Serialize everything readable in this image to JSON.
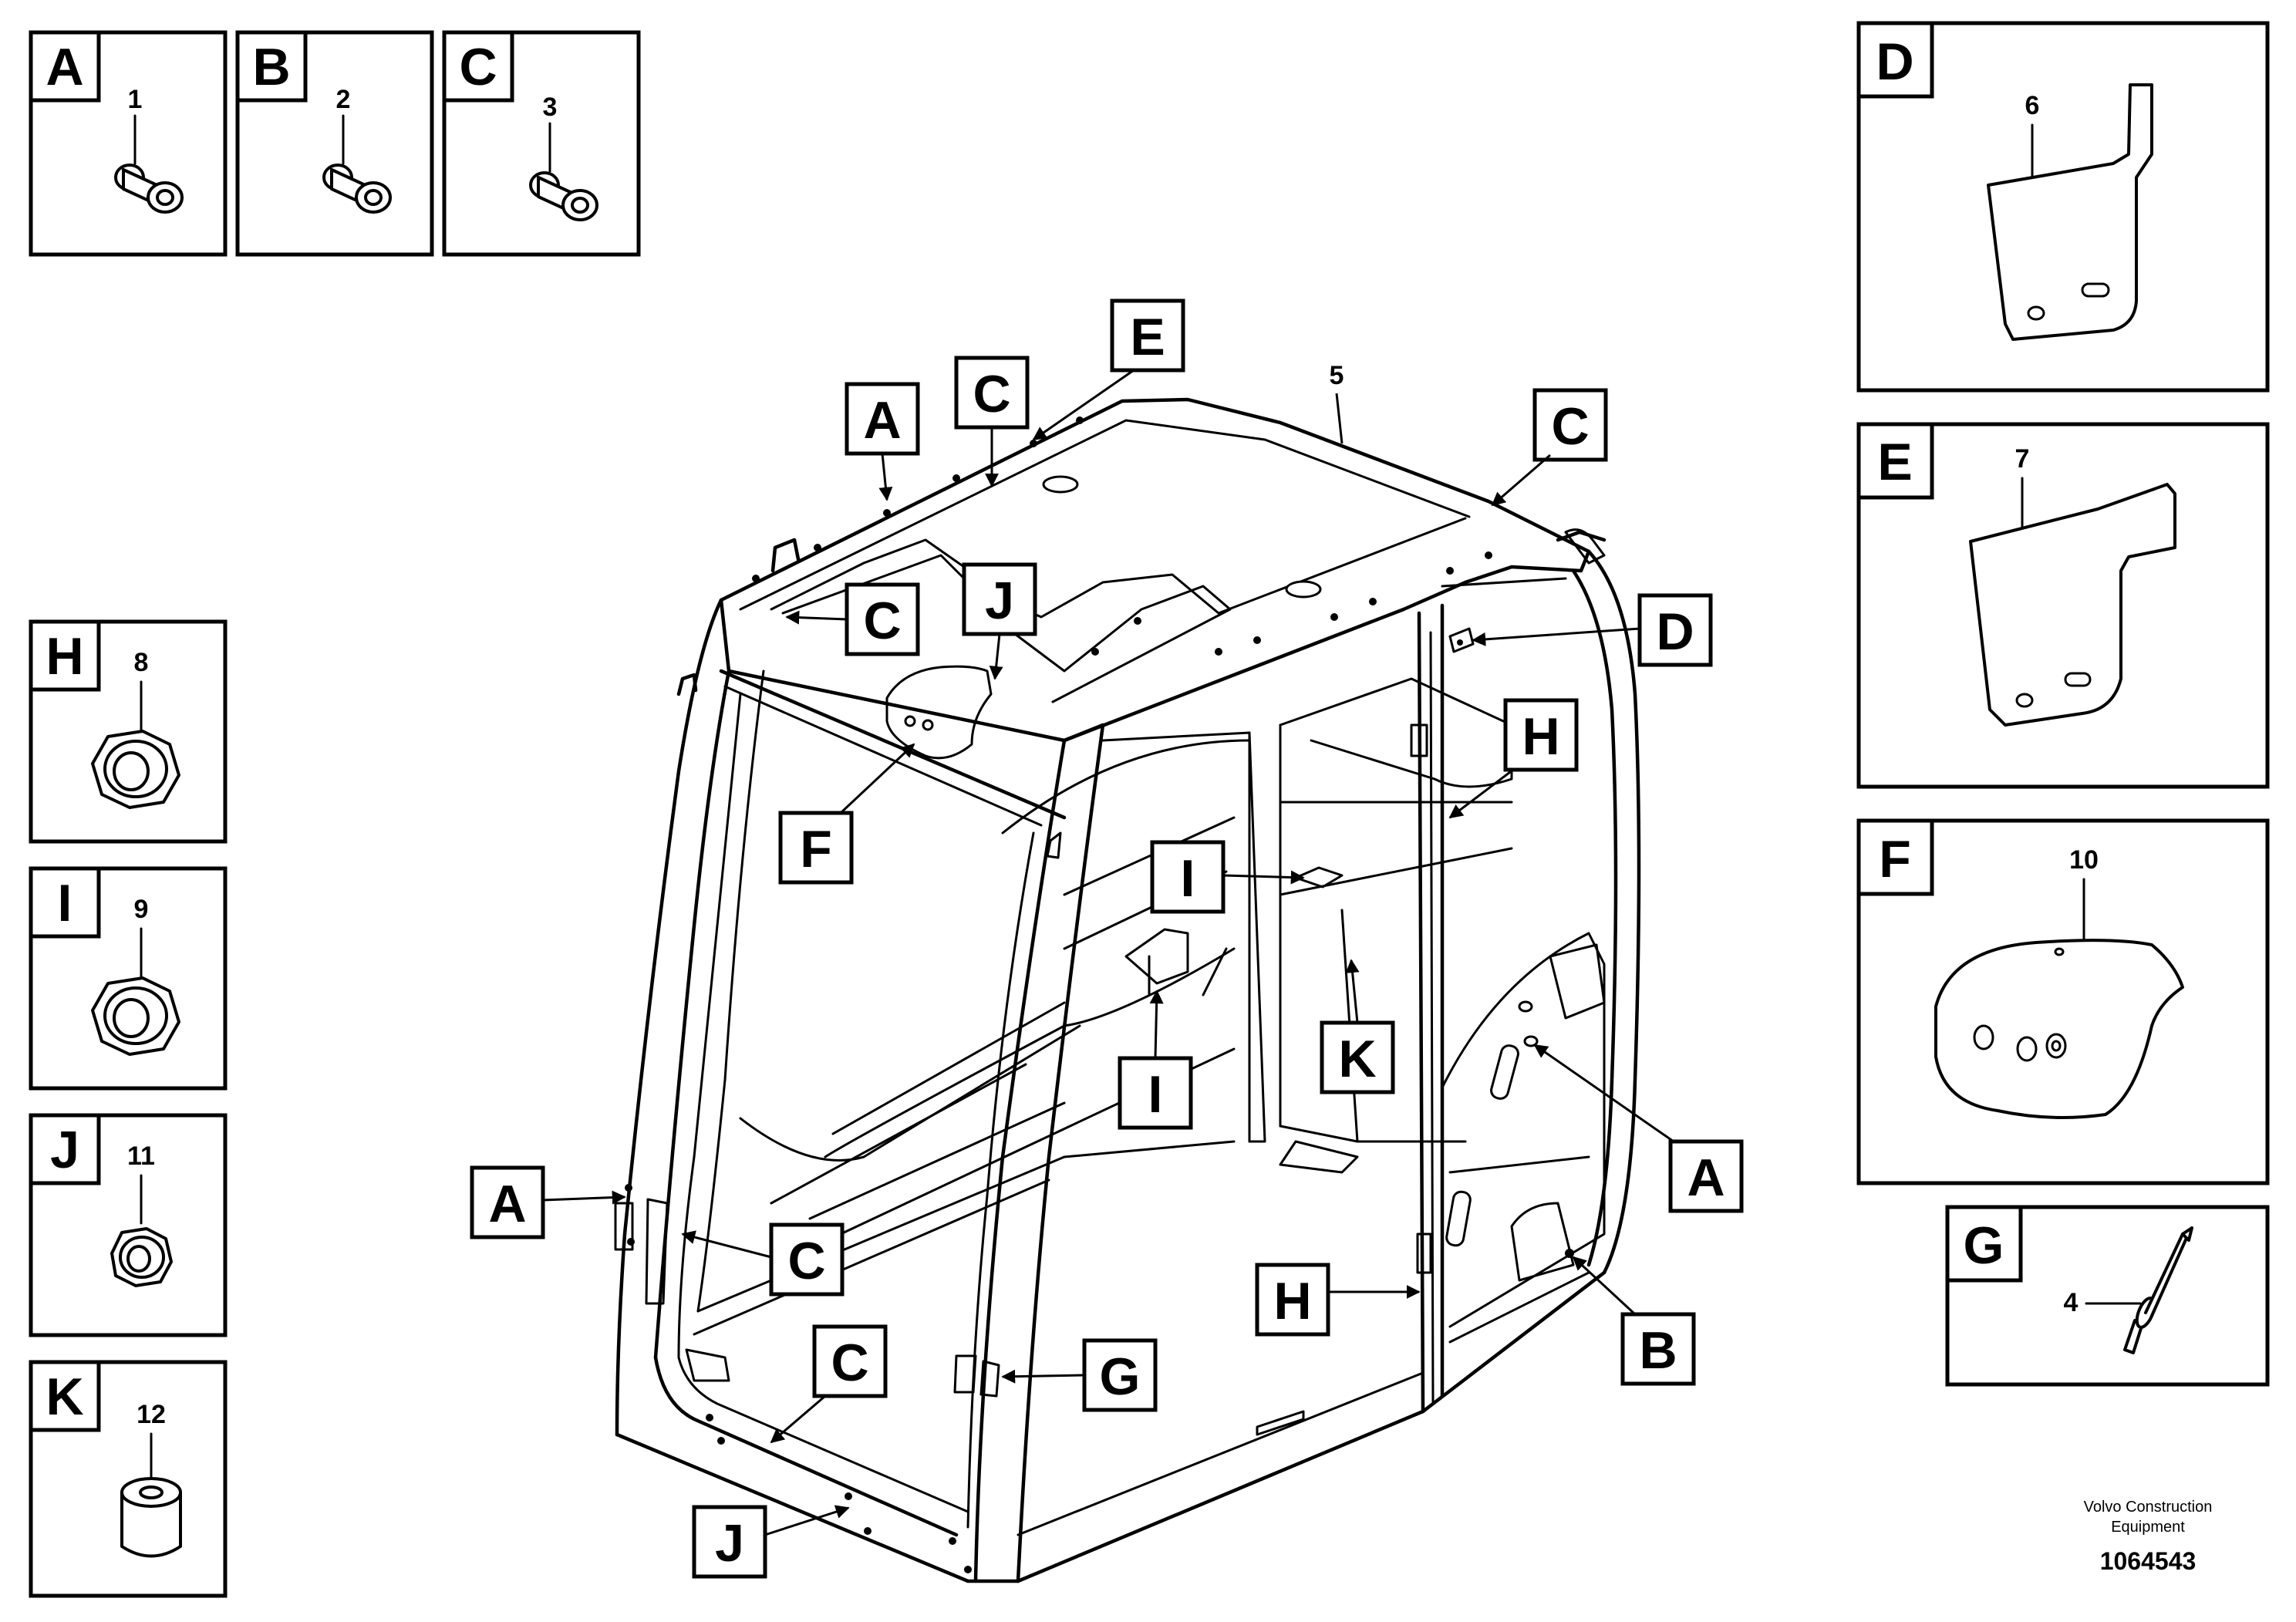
{
  "details": [
    {
      "letter": "A",
      "part": "1"
    },
    {
      "letter": "B",
      "part": "2"
    },
    {
      "letter": "C",
      "part": "3"
    },
    {
      "letter": "D",
      "part": "6"
    },
    {
      "letter": "E",
      "part": "7"
    },
    {
      "letter": "F",
      "part": "10"
    },
    {
      "letter": "G",
      "part": "4"
    },
    {
      "letter": "H",
      "part": "8"
    },
    {
      "letter": "I",
      "part": "9"
    },
    {
      "letter": "J",
      "part": "11"
    },
    {
      "letter": "K",
      "part": "12"
    }
  ],
  "main": {
    "part_number": "5",
    "callouts": [
      "A",
      "C",
      "E",
      "C",
      "C",
      "J",
      "D",
      "H",
      "F",
      "I",
      "I",
      "K",
      "A",
      "A",
      "C",
      "H",
      "B",
      "C",
      "G",
      "J"
    ]
  },
  "footer": {
    "company_line1": "Volvo Construction",
    "company_line2": "Equipment",
    "drawing_number": "1064543"
  }
}
